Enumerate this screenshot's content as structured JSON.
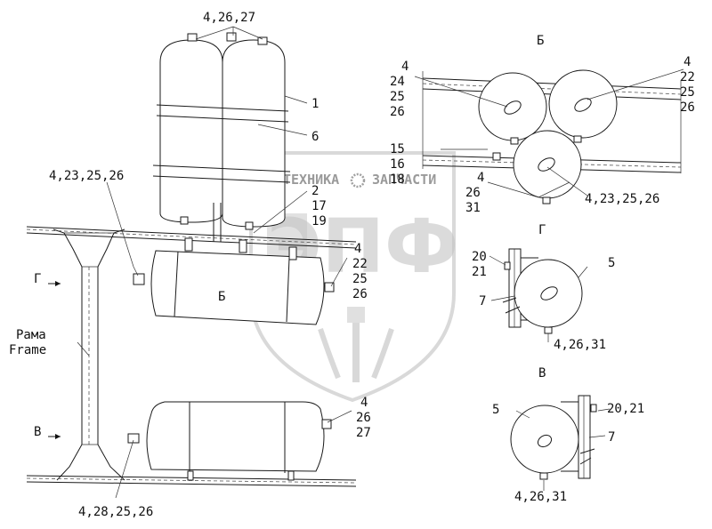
{
  "watermark": {
    "top_left": "ТЕХНИКА",
    "top_right": "ЗАПЧАСТИ",
    "logo": "ЭПФ"
  },
  "labels": {
    "top_callout": "4,26,27",
    "tank_1": "1",
    "band_6": "6",
    "left_upper": "4,23,25,26",
    "item_2": "2",
    "item_17": "17",
    "item_19": "19",
    "mid_4": "4",
    "mid_22": "22",
    "mid_25": "25",
    "mid_26": "26",
    "view_G_arrow": "Г",
    "view_B_mark": "Б",
    "frame_ru": "Рама",
    "frame_en": "Frame",
    "view_V_arrow": "В",
    "low_4": "4",
    "low_26": "26",
    "low_27": "27",
    "bottom_callout": "4,28,25,26"
  },
  "view_b": {
    "title": "Б",
    "left_4": "4",
    "left_24": "24",
    "left_25": "25",
    "left_26": "26",
    "right_4": "4",
    "right_22": "22",
    "right_25": "25",
    "right_26": "26",
    "mid_15": "15",
    "mid_16": "16",
    "mid_18": "18",
    "low_4": "4",
    "low_26": "26",
    "low_31": "31",
    "bottom_callout": "4,23,25,26"
  },
  "view_g": {
    "title": "Г",
    "label_20": "20",
    "label_21": "21",
    "label_5": "5",
    "label_7": "7",
    "bottom_callout": "4,26,31"
  },
  "view_v": {
    "title": "В",
    "label_5": "5",
    "right_callout": "20,21",
    "label_7": "7",
    "bottom_callout": "4,26,31"
  }
}
